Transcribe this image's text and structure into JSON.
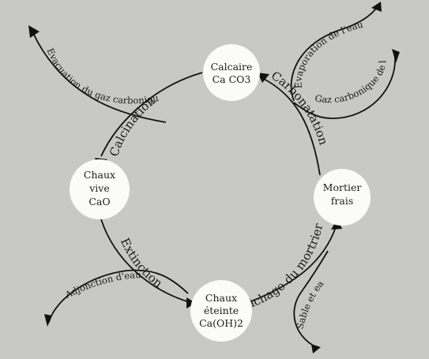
{
  "nodes": {
    "calcaire": [
      "Calcaire",
      "Ca CO3"
    ],
    "chaux_vive": [
      "Chaux",
      "vive",
      "CaO"
    ],
    "mortier_frais": [
      "Mortier",
      "frais"
    ],
    "chaux_eteinte": [
      "Chaux",
      "éteinte",
      "Ca(OH)2"
    ]
  },
  "cycle_labels": {
    "calcination": "Calcination",
    "carbonatation": "Carbonatation",
    "extinction": "Extinction",
    "gachage": "Gâchage du mortrier"
  },
  "side_labels": {
    "gaz_out": "Evacuation du gaz carbonique",
    "evaporation": "Evaporation de l'eau",
    "gaz_air": "Gaz carbonique de l'air",
    "adjonction": "Adjonction d'eau",
    "sable": "Sable et eau"
  }
}
